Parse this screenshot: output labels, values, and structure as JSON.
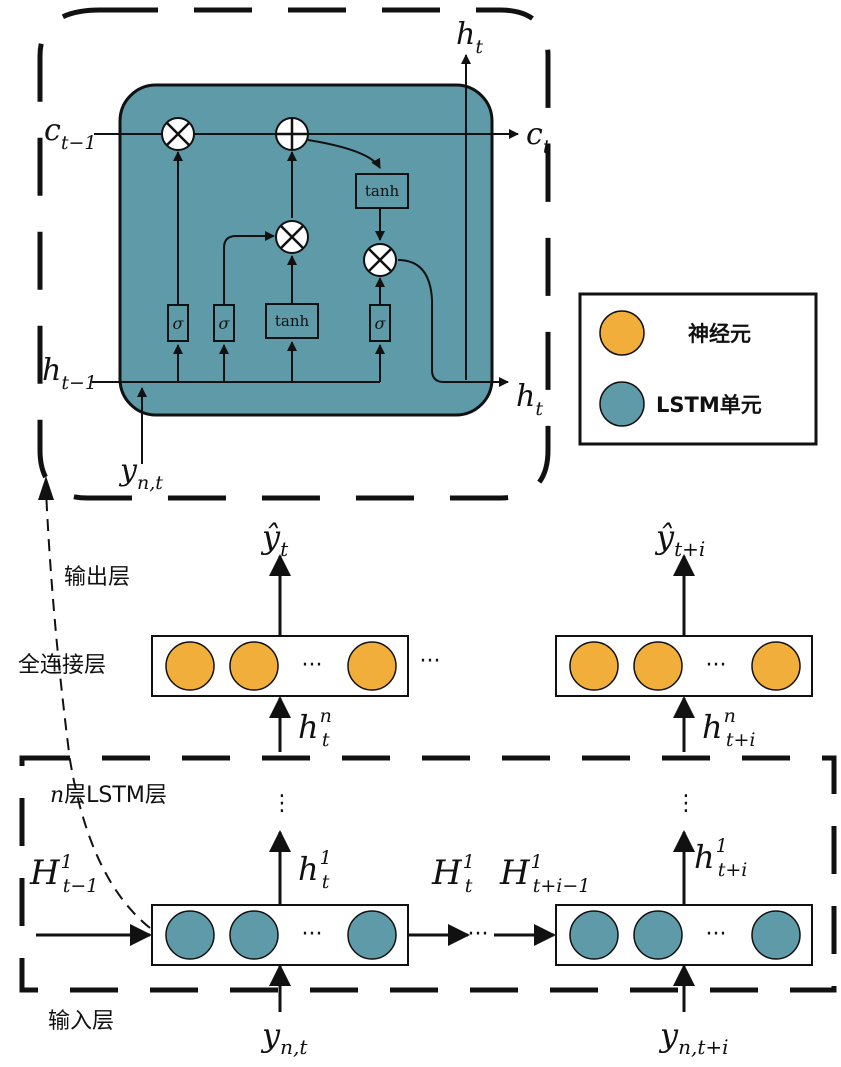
{
  "colors": {
    "neuron": "#F2AE3A",
    "lstm": "#5E9AA8",
    "line": "#111111"
  },
  "legend": {
    "neuron_label": "神经元",
    "lstm_label": "LSTM单元"
  },
  "layers": {
    "output": "输出层",
    "fully_connected": "全连接层",
    "lstm_prefix": "n",
    "lstm": "层LSTM层",
    "input": "输入层"
  },
  "cell": {
    "tanh_label": "tanh",
    "sigma_label": "σ",
    "c_prev": {
      "base": "c",
      "sub": "t−1"
    },
    "c_next": {
      "base": "c",
      "sub": "t"
    },
    "h_prev": {
      "base": "h",
      "sub": "t−1"
    },
    "h_out_right": {
      "base": "h",
      "sub": "t"
    },
    "h_out_top": {
      "base": "h",
      "sub": "t"
    },
    "y_in": {
      "base": "y",
      "sub": "n,t"
    }
  },
  "network": {
    "yhat_t": {
      "base": "ŷ",
      "sub": "t"
    },
    "yhat_ti": {
      "base": "ŷ",
      "sub": "t+i"
    },
    "hn_t": {
      "base": "h",
      "sup": "n",
      "sub": "t"
    },
    "hn_ti": {
      "base": "h",
      "sup": "n",
      "sub": "t+i"
    },
    "h1_t": {
      "base": "h",
      "sup": "1",
      "sub": "t"
    },
    "h1_ti": {
      "base": "h",
      "sup": "1",
      "sub": "t+i"
    },
    "H1_prev": {
      "base": "H",
      "sup": "1",
      "sub": "t−1"
    },
    "H1_t": {
      "base": "H",
      "sup": "1",
      "sub": "t"
    },
    "H1_ti1": {
      "base": "H",
      "sup": "1",
      "sub": "t+i−1"
    },
    "y_nt": {
      "base": "y",
      "sub": "n,t"
    },
    "y_nti": {
      "base": "y",
      "sub": "n,t+i"
    },
    "ellipsis": "···",
    "vdots": "⋮"
  }
}
